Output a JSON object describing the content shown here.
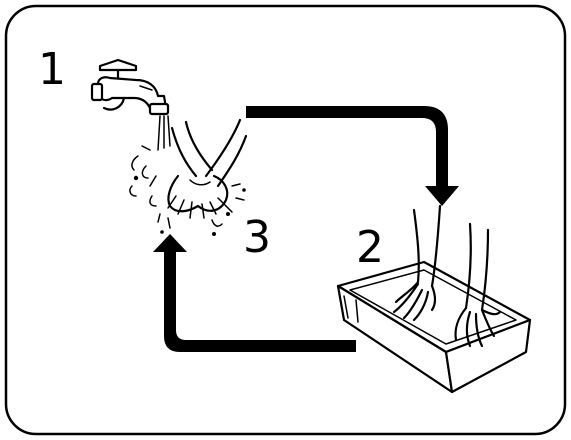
{
  "steps": [
    {
      "number": "1",
      "icon": "faucet-icon"
    },
    {
      "number": "2",
      "icon": "tray-hands-icon"
    },
    {
      "number": "3",
      "icon": "washing-hands-icon"
    }
  ],
  "colors": {
    "stroke": "#000000",
    "background": "#ffffff",
    "arrow": "#000000"
  }
}
